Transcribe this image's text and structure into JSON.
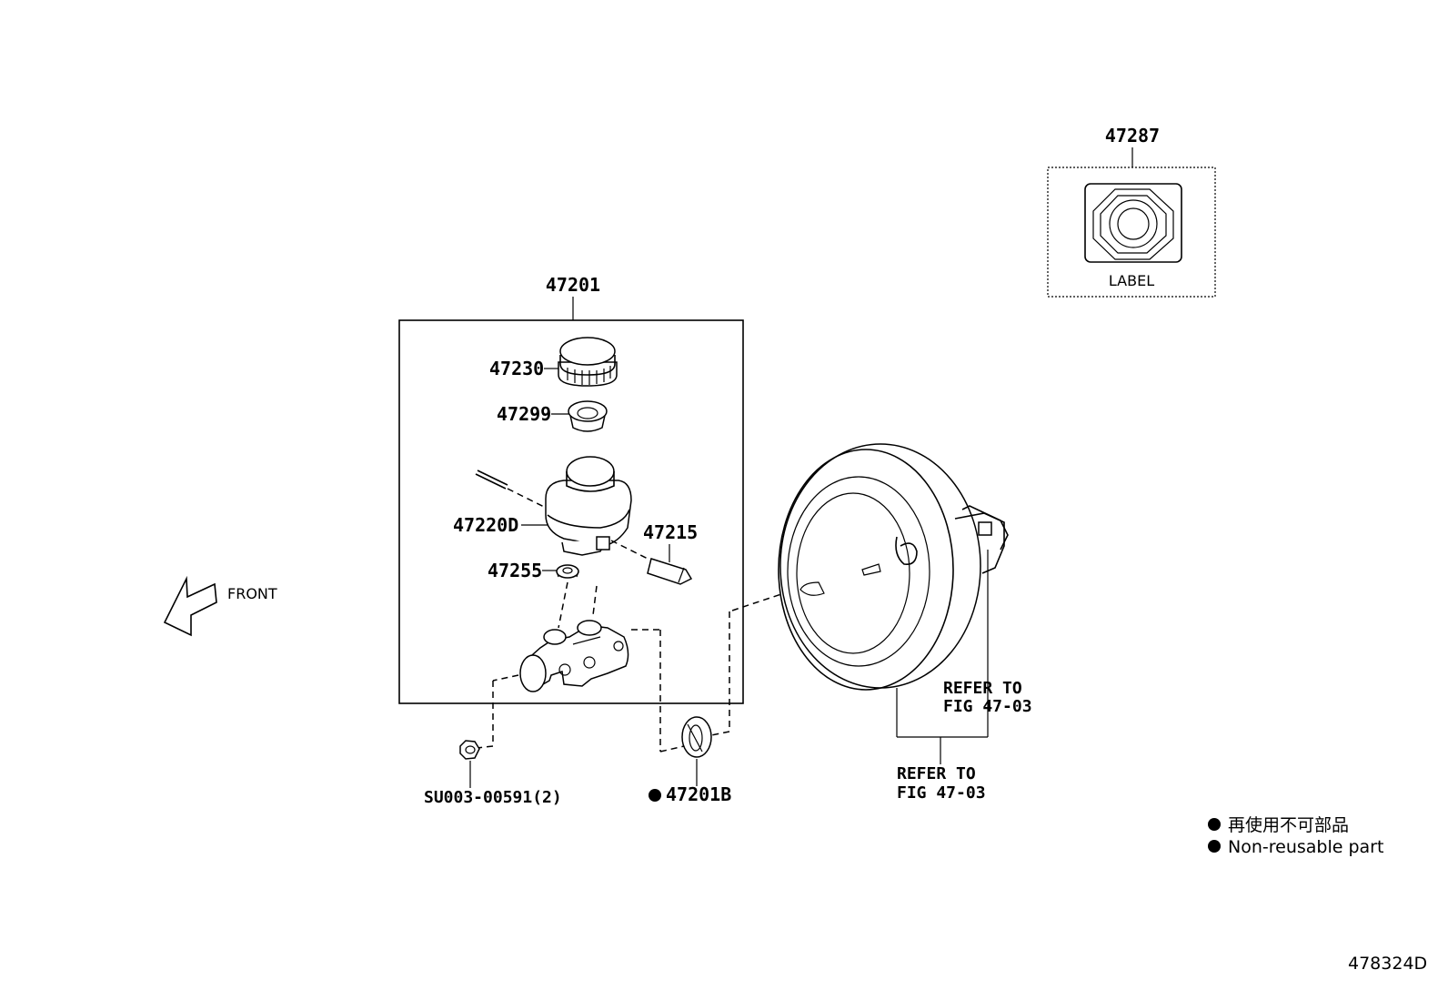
{
  "parts": {
    "label_part": "47287",
    "label_text": "LABEL",
    "master_cylinder_assy": "47201",
    "cap": "47230",
    "strainer": "47299",
    "reservoir": "47220D",
    "sensor": "47215",
    "grommet": "47255",
    "nut": "SU003-00591(2)",
    "gasket": "47201B"
  },
  "notes": {
    "front": "FRONT",
    "refer_1_line1": "REFER TO",
    "refer_1_line2": "FIG 47-03",
    "refer_2_line1": "REFER TO",
    "refer_2_line2": "FIG 47-03"
  },
  "legend": {
    "jp": "再使用不可部品",
    "en": "Non-reusable part"
  },
  "figure_id": "478324D"
}
